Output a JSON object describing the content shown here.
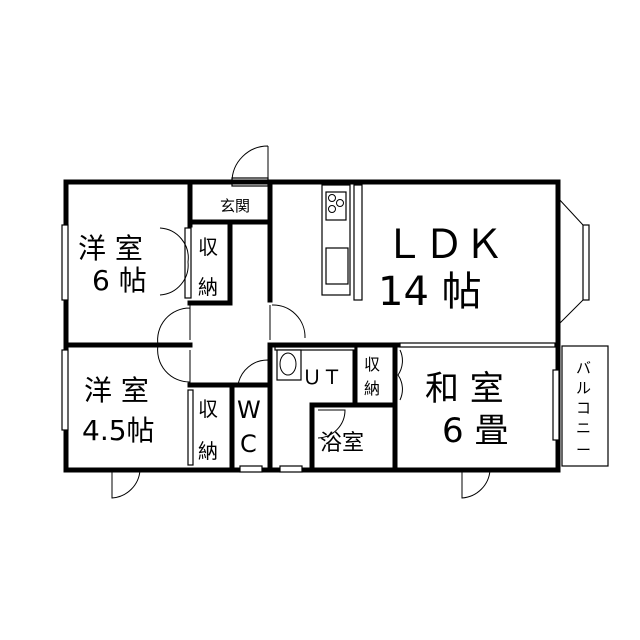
{
  "rooms": {
    "western1": {
      "name": "洋 室",
      "size": "6 帖"
    },
    "western2": {
      "name": "洋 室",
      "size": "4.5帖"
    },
    "entrance": "玄関",
    "closet1": [
      "収",
      "納"
    ],
    "closet2": [
      "収",
      "納"
    ],
    "closet3": [
      "収",
      "納"
    ],
    "wc": [
      "W",
      "C"
    ],
    "ldk": {
      "name": "ＬＤＫ",
      "size": "14  帖"
    },
    "ut": "ＵＴ",
    "bath": "浴室",
    "japanese": {
      "name": "和 室",
      "size": "6 畳"
    },
    "balcony": [
      "バ",
      "ル",
      "コ",
      "ニ",
      "ー"
    ]
  }
}
